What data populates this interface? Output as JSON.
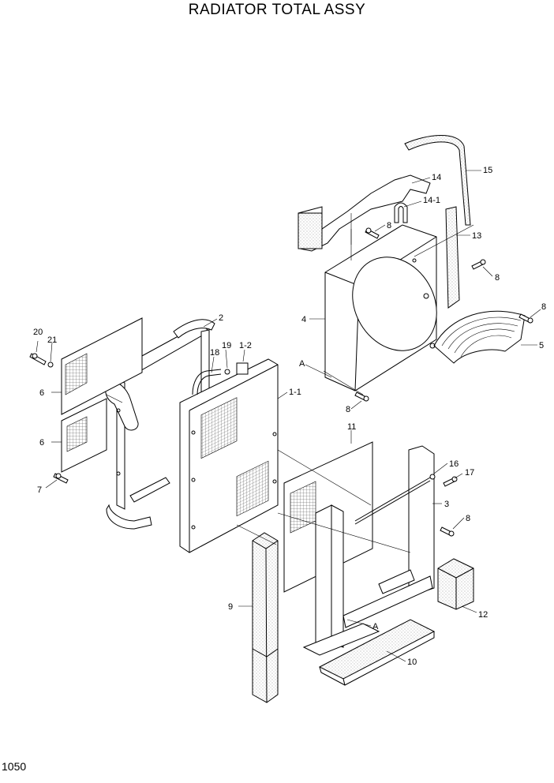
{
  "title": "RADIATOR TOTAL ASSY",
  "page_number": "1050",
  "callouts": [
    {
      "id": "c14",
      "text": "14"
    },
    {
      "id": "c15",
      "text": "15"
    },
    {
      "id": "c14-1",
      "text": "14-1"
    },
    {
      "id": "c13",
      "text": "13"
    },
    {
      "id": "c8a",
      "text": "8"
    },
    {
      "id": "c8b",
      "text": "8"
    },
    {
      "id": "c8c",
      "text": "8"
    },
    {
      "id": "c8d",
      "text": "8"
    },
    {
      "id": "c8e",
      "text": "8"
    },
    {
      "id": "c4",
      "text": "4"
    },
    {
      "id": "c5",
      "text": "5"
    },
    {
      "id": "c2",
      "text": "2"
    },
    {
      "id": "c20",
      "text": "20"
    },
    {
      "id": "c21",
      "text": "21"
    },
    {
      "id": "c19",
      "text": "19"
    },
    {
      "id": "c18",
      "text": "18"
    },
    {
      "id": "c1-2",
      "text": "1-2"
    },
    {
      "id": "cA1",
      "text": "A"
    },
    {
      "id": "c1-1",
      "text": "1-1"
    },
    {
      "id": "c6a",
      "text": "6"
    },
    {
      "id": "c6b",
      "text": "6"
    },
    {
      "id": "c7",
      "text": "7"
    },
    {
      "id": "c11",
      "text": "11"
    },
    {
      "id": "c16",
      "text": "16"
    },
    {
      "id": "c17",
      "text": "17"
    },
    {
      "id": "c3",
      "text": "3"
    },
    {
      "id": "c9",
      "text": "9"
    },
    {
      "id": "c12",
      "text": "12"
    },
    {
      "id": "cA2",
      "text": "A"
    },
    {
      "id": "c10",
      "text": "10"
    }
  ]
}
